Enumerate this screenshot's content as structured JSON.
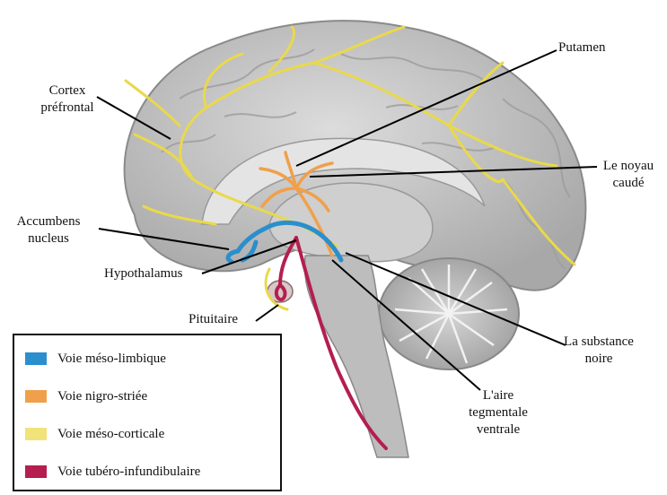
{
  "labels": {
    "cortex": [
      "Cortex",
      "préfrontal"
    ],
    "putamen": "Putamen",
    "noyau": [
      "Le noyau",
      "caudé"
    ],
    "accumbens": [
      "Accumbens",
      "nucleus"
    ],
    "hypothalamus": "Hypothalamus",
    "pituitaire": "Pituitaire",
    "substance": [
      "La substance",
      "noire"
    ],
    "aire": [
      "L'aire",
      "tegmentale",
      "ventrale"
    ]
  },
  "legend": [
    {
      "label": "Voie méso-limbique",
      "color": "#2a8fcc"
    },
    {
      "label": "Voie nigro-striée",
      "color": "#f0a04b"
    },
    {
      "label": "Voie méso-corticale",
      "color": "#f2e27a"
    },
    {
      "label": "Voie tubéro-infundibulaire",
      "color": "#b51e4f"
    }
  ],
  "colors": {
    "brain": "#c9c9c9",
    "brain_dark": "#9a9a9a",
    "mesocortical": "#e9d94a",
    "mesolimbic": "#2a8fcc",
    "nigrostriatal": "#f0a04b",
    "tuberoinfundibular": "#b51e4f"
  }
}
